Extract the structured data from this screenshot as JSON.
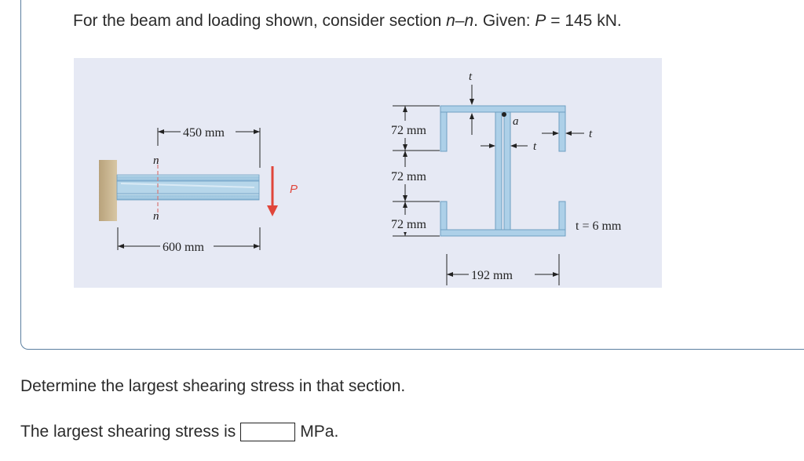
{
  "problem": {
    "prefix": "For the beam and loading shown, consider section ",
    "section": "n–n",
    "given_label": ". Given: ",
    "p_symbol": "P",
    "p_value": " = 145 kN."
  },
  "figure": {
    "dim_450": "450 mm",
    "dim_600": "600 mm",
    "dim_72_top": "72 mm",
    "dim_72_mid": "72 mm",
    "dim_72_bot": "72 mm",
    "dim_192": "192 mm",
    "t_label": "t = 6 mm",
    "n_top": "n",
    "n_bottom": "n",
    "load_label": "P",
    "point_a": "a",
    "t_top": "t",
    "t_right": "t",
    "t_inner": "t"
  },
  "question": "Determine the largest shearing stress in that section.",
  "answer": {
    "prefix": "The largest shearing stress is",
    "value": "",
    "unit": "MPa."
  },
  "colors": {
    "beam": "#a9cde4",
    "wall": "#c9b48e",
    "load_arrow": "#e0453a",
    "figure_bg": "#e6e9f4",
    "card_border": "#5b7fa0"
  }
}
